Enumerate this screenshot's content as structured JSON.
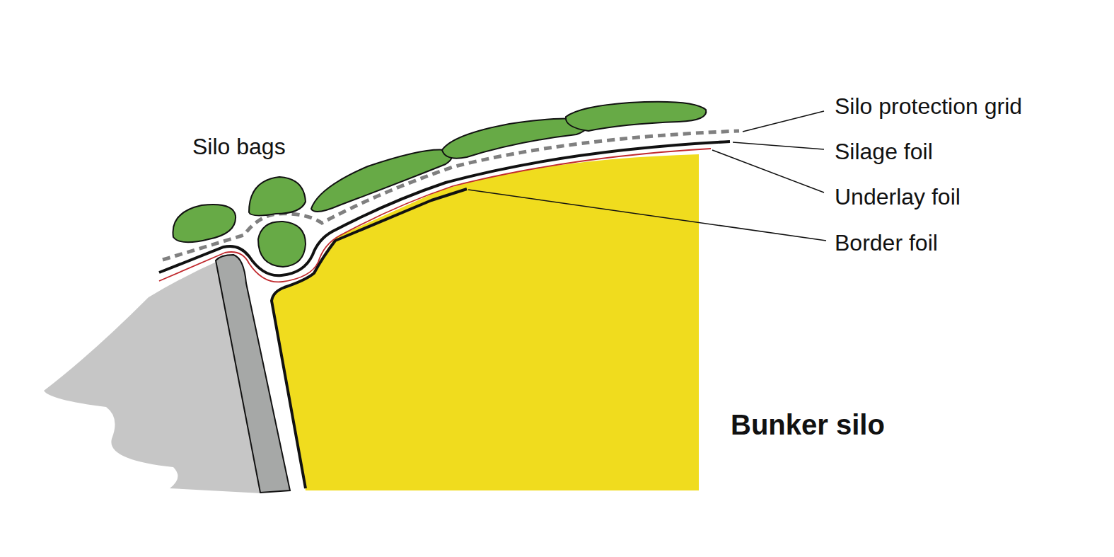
{
  "diagram": {
    "labels": [
      "Silo bags",
      "Silo protection grid",
      "Silage foil",
      "Underlay foil",
      "Border foil",
      "Bunker silo"
    ]
  }
}
